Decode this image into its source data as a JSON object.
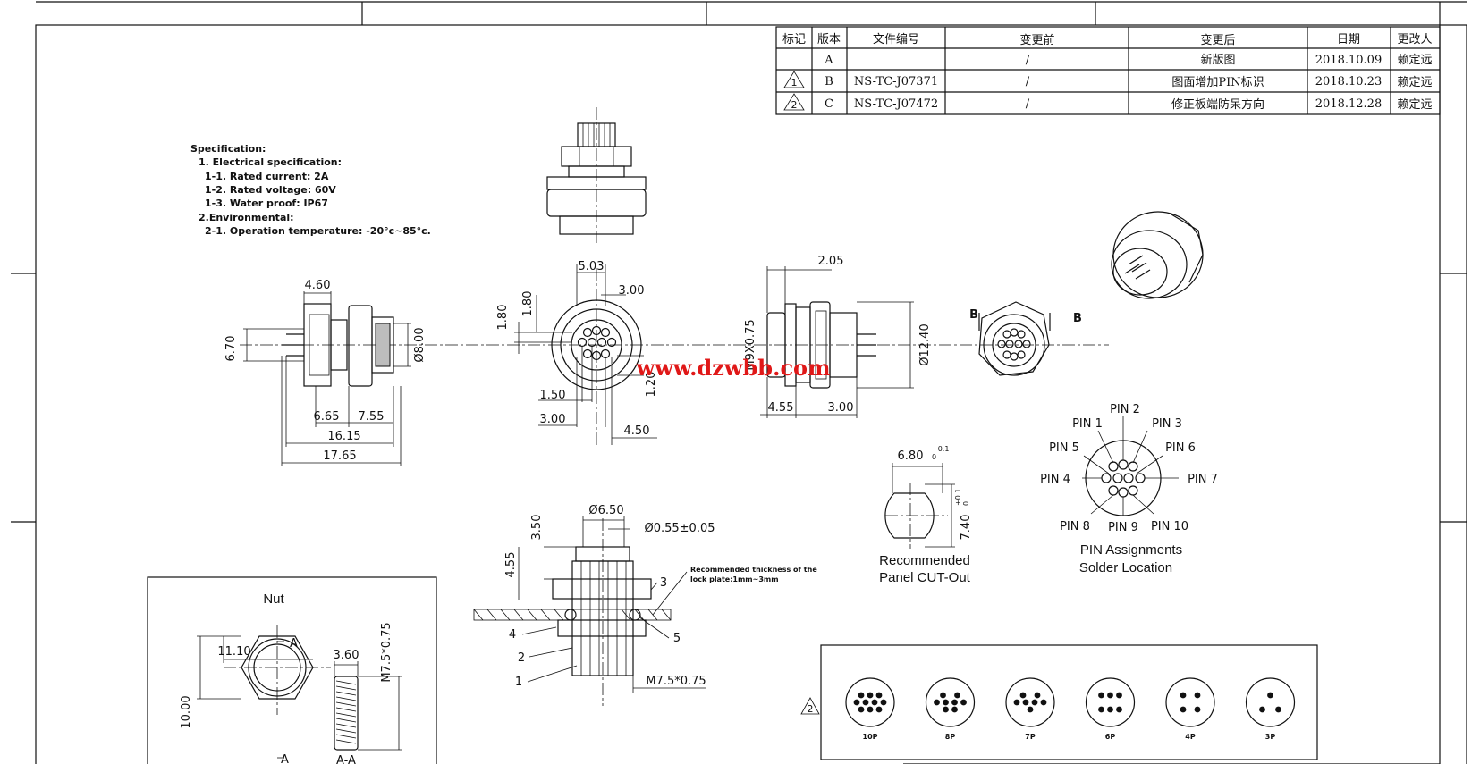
{
  "revision_table": {
    "headers": [
      "标记",
      "版本",
      "文件编号",
      "变更前",
      "变更后",
      "日期",
      "更改人"
    ],
    "rows": [
      {
        "mark": "",
        "version": "A",
        "doc_no": "",
        "before": "/",
        "after": "新版图",
        "date": "2018.10.09",
        "by": "赖定远"
      },
      {
        "mark": "1",
        "version": "B",
        "doc_no": "NS-TC-J07371",
        "before": "/",
        "after": "图面增加PIN标识",
        "date": "2018.10.23",
        "by": "赖定远"
      },
      {
        "mark": "2",
        "version": "C",
        "doc_no": "NS-TC-J07472",
        "before": "/",
        "after": "修正板端防呆方向",
        "date": "2018.12.28",
        "by": "赖定远"
      }
    ]
  },
  "specification": [
    "Specification:",
    "1. Electrical specification:",
    "1-1. Rated current:  2A",
    "1-2. Rated voltage:  60V",
    "1-3. Water proof:  IP67",
    "2.Environmental:",
    "2-1. Operation temperature: -20°c~85°c."
  ],
  "watermark": "www.dzwbb.com",
  "side_view_1": {
    "dims": [
      "4.60",
      "6.70",
      "6.65",
      "7.55",
      "16.15",
      "17.65",
      "Ø8.00"
    ]
  },
  "front_view": {
    "dims": [
      "5.03",
      "3.00",
      "1.80",
      "1.80",
      "1.50",
      "3.00",
      "1.20",
      "4.50"
    ]
  },
  "side_view_2": {
    "dims": [
      "2.05",
      "M9X0.75",
      "Ø12.40",
      "4.55",
      "3.00"
    ]
  },
  "section_b": {
    "labels": [
      "B",
      "B"
    ]
  },
  "panel_cutout": {
    "width": "6.80",
    "height": "7.40",
    "tol_upper": "+0.1",
    "tol_lower": "0",
    "caption_1": "Recommended",
    "caption_2": "Panel CUT-Out"
  },
  "pin_assignment": {
    "pins": [
      "PIN 1",
      "PIN 2",
      "PIN 3",
      "PIN 4",
      "PIN 5",
      "PIN 6",
      "PIN 7",
      "PIN 8",
      "PIN 9",
      "PIN 10"
    ],
    "caption_1": "PIN  Assignments",
    "caption_2": "Solder Location"
  },
  "section_view": {
    "dims": [
      "Ø6.50",
      "Ø0.55±0.05",
      "3.50",
      "4.55",
      "M7.5*0.75"
    ],
    "callouts": [
      "1",
      "2",
      "3",
      "4",
      "5"
    ],
    "note_1": "Recommended thickness of the",
    "note_2": "lock plate:1mm~3mm"
  },
  "nut": {
    "title": "Nut",
    "dims": [
      "11.10",
      "10.00",
      "3.60",
      "M7.5*0.75"
    ],
    "labels": [
      "A",
      "A",
      "A-A"
    ]
  },
  "pin_options": {
    "rev_mark": "2",
    "options": [
      {
        "label": "10P",
        "count": 10
      },
      {
        "label": "8P",
        "count": 8
      },
      {
        "label": "7P",
        "count": 7
      },
      {
        "label": "6P",
        "count": 6
      },
      {
        "label": "4P",
        "count": 4
      },
      {
        "label": "3P",
        "count": 3
      }
    ]
  }
}
